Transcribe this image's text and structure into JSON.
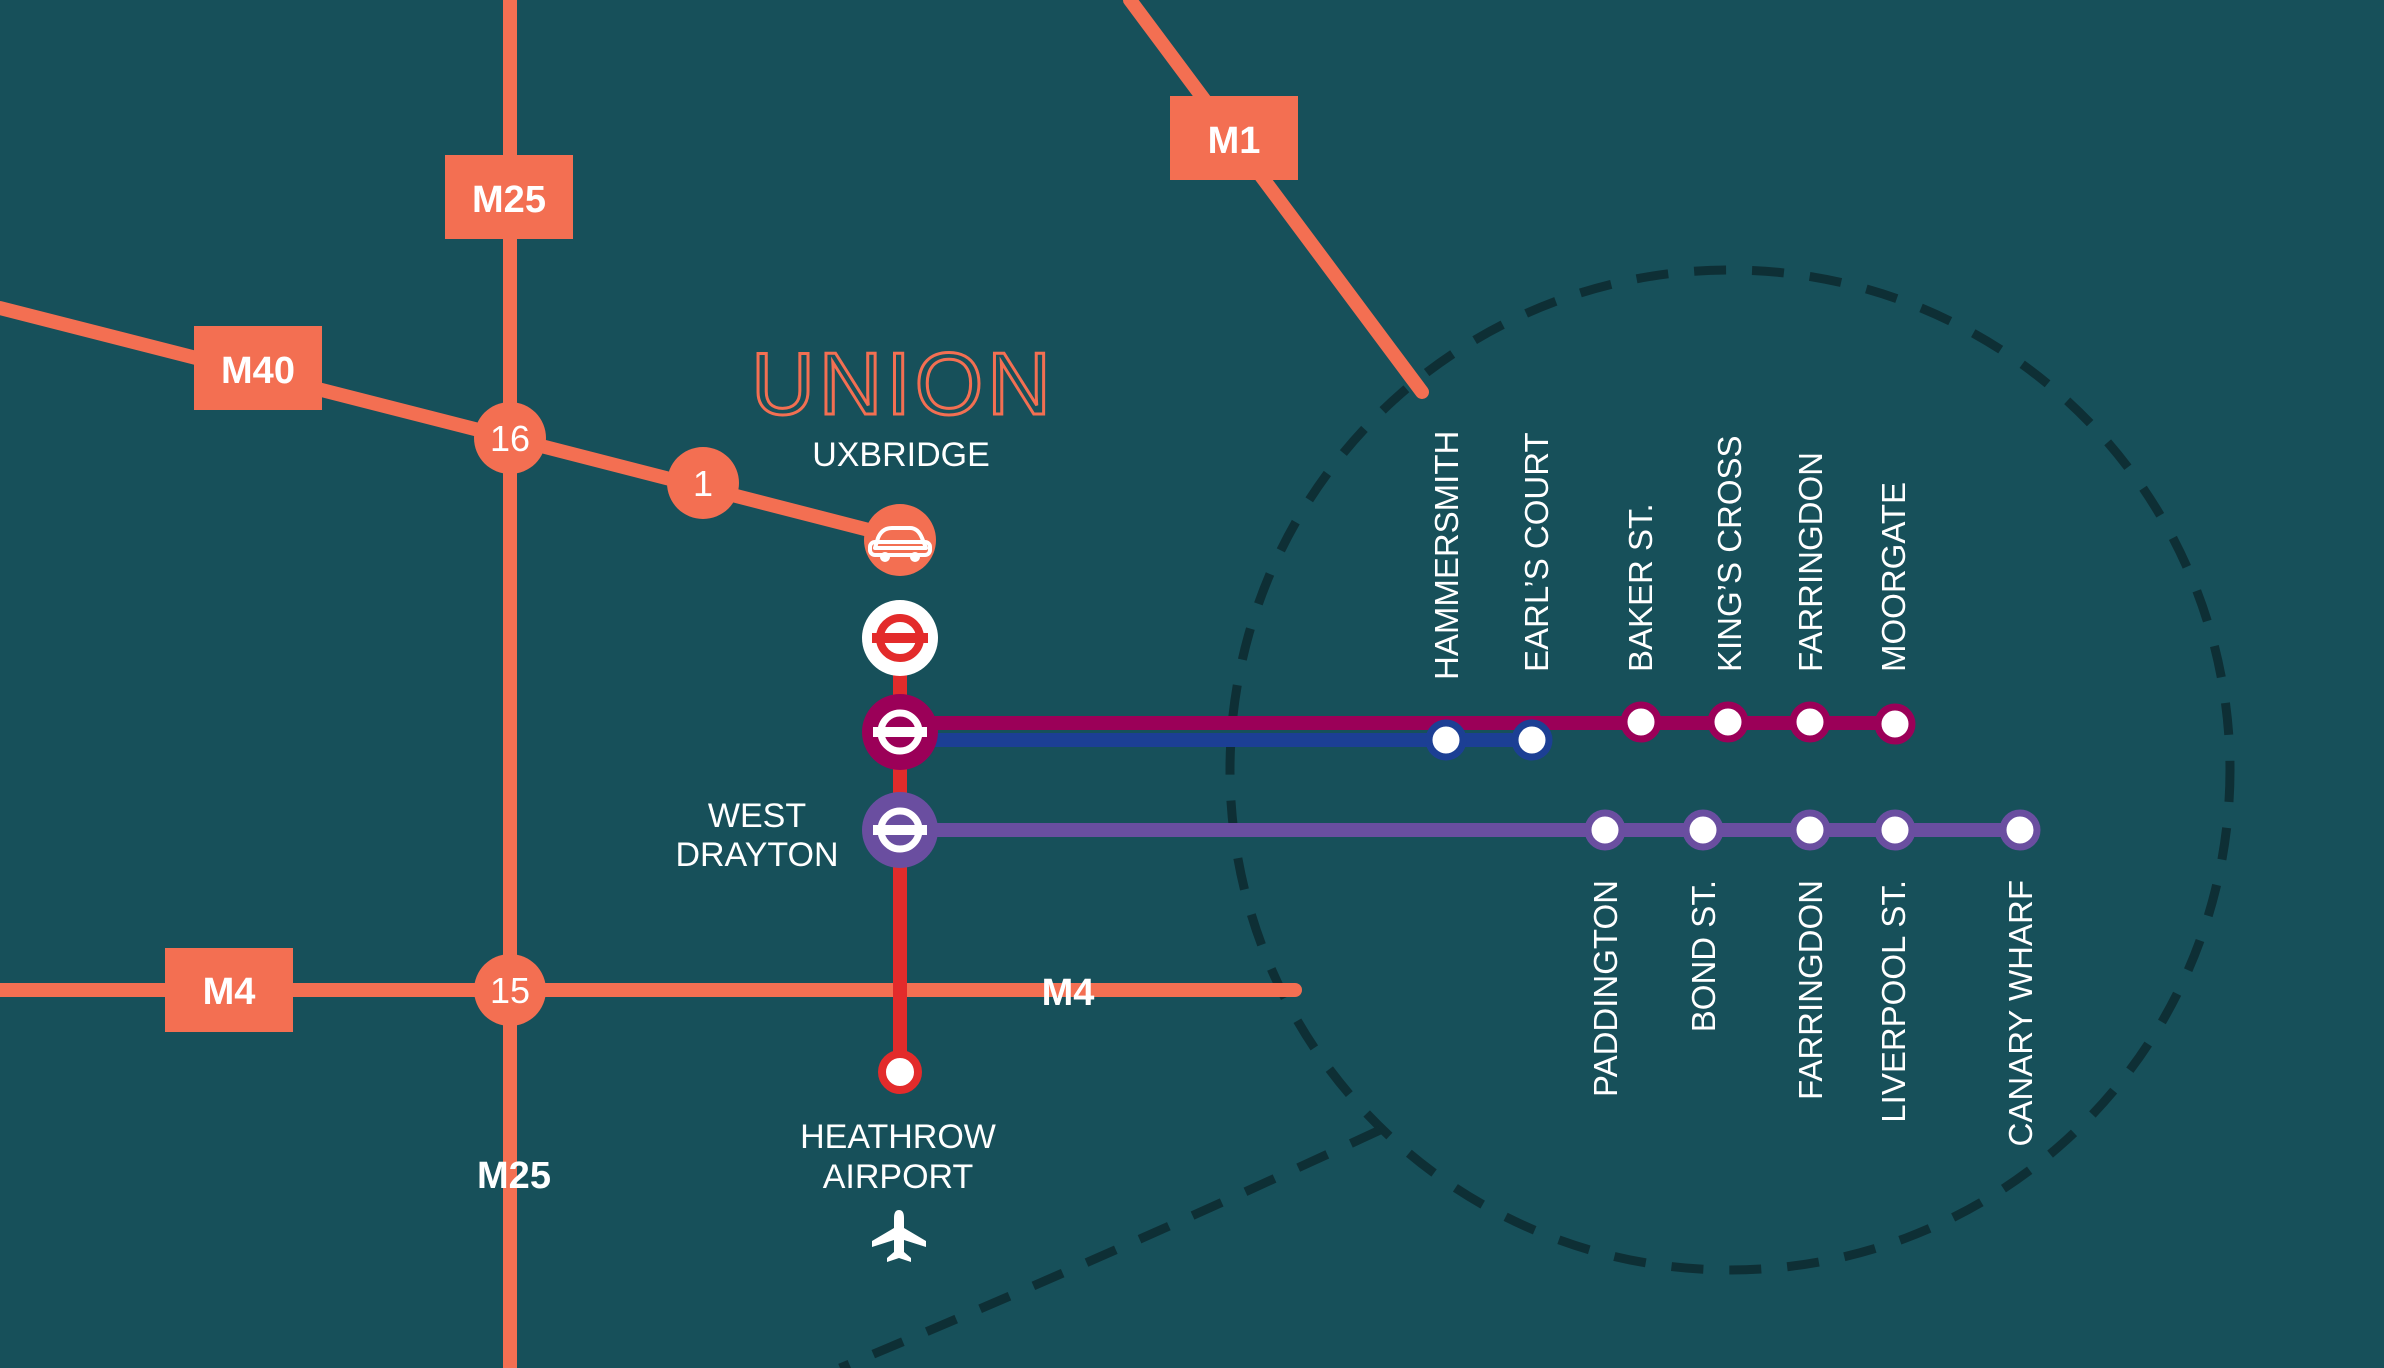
{
  "map": {
    "colors": {
      "background": "#17505a",
      "road": "#f36f52",
      "elizabeth_line": "#6a4ea0",
      "metropolitan_line": "#9b0058",
      "piccadilly_line": "#1c3f94",
      "tube_red": "#e32b2b",
      "boundary_dash": "#0e2f35",
      "label": "#ffffff"
    },
    "roads": {
      "m25_box": "M25",
      "m25_plain": "M25",
      "m40_box": "M40",
      "m1_box": "M1",
      "m4_box": "M4",
      "m4_plain": "M4"
    },
    "junctions": {
      "j16": "16",
      "j1": "1",
      "j15": "15"
    },
    "places": {
      "logo": "UNION",
      "uxbridge": "UXBRIDGE",
      "west_drayton_1": "WEST",
      "west_drayton_2": "DRAYTON",
      "heathrow_1": "HEATHROW",
      "heathrow_2": "AIRPORT"
    },
    "icons": {
      "car": "car-icon",
      "underground_roundel": "underground-roundel-icon",
      "airplane": "airplane-icon"
    },
    "upper_stations": [
      "HAMMERSMITH",
      "EARL’S COURT",
      "BAKER ST.",
      "KING’S CROSS",
      "FARRINGDON",
      "MOORGATE"
    ],
    "lower_stations": [
      "PADDINGTON",
      "BOND ST.",
      "FARRINGDON",
      "LIVERPOOL ST.",
      "CANARY WHARF"
    ]
  }
}
